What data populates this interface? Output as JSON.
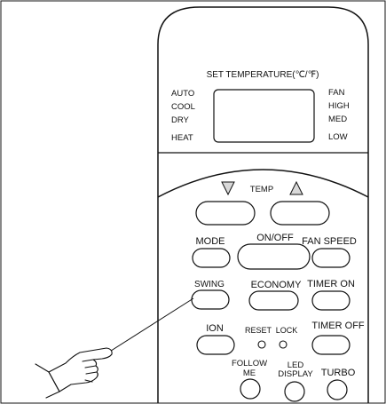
{
  "display": {
    "set_temperature": "SET TEMPERATURE(℃/℉)",
    "modes": [
      "AUTO",
      "COOL",
      "DRY",
      "HEAT"
    ],
    "fan_speeds": [
      "FAN",
      "HIGH",
      "MED",
      "LOW"
    ]
  },
  "buttons": {
    "temp": "TEMP",
    "mode": "MODE",
    "on_off": "ON/OFF",
    "fan_speed": "FAN SPEED",
    "swing": "SWING",
    "economy": "ECONOMY",
    "timer_on": "TIMER ON",
    "ion": "ION",
    "reset": "RESET",
    "lock": "LOCK",
    "timer_off": "TIMER OFF",
    "follow_me": [
      "FOLLOW",
      "ME"
    ],
    "led_display": [
      "LED",
      "DISPLAY"
    ],
    "turbo": "TURBO"
  },
  "colors": {
    "outline": "#111111",
    "arrow_fill": "#d9d9d9"
  }
}
